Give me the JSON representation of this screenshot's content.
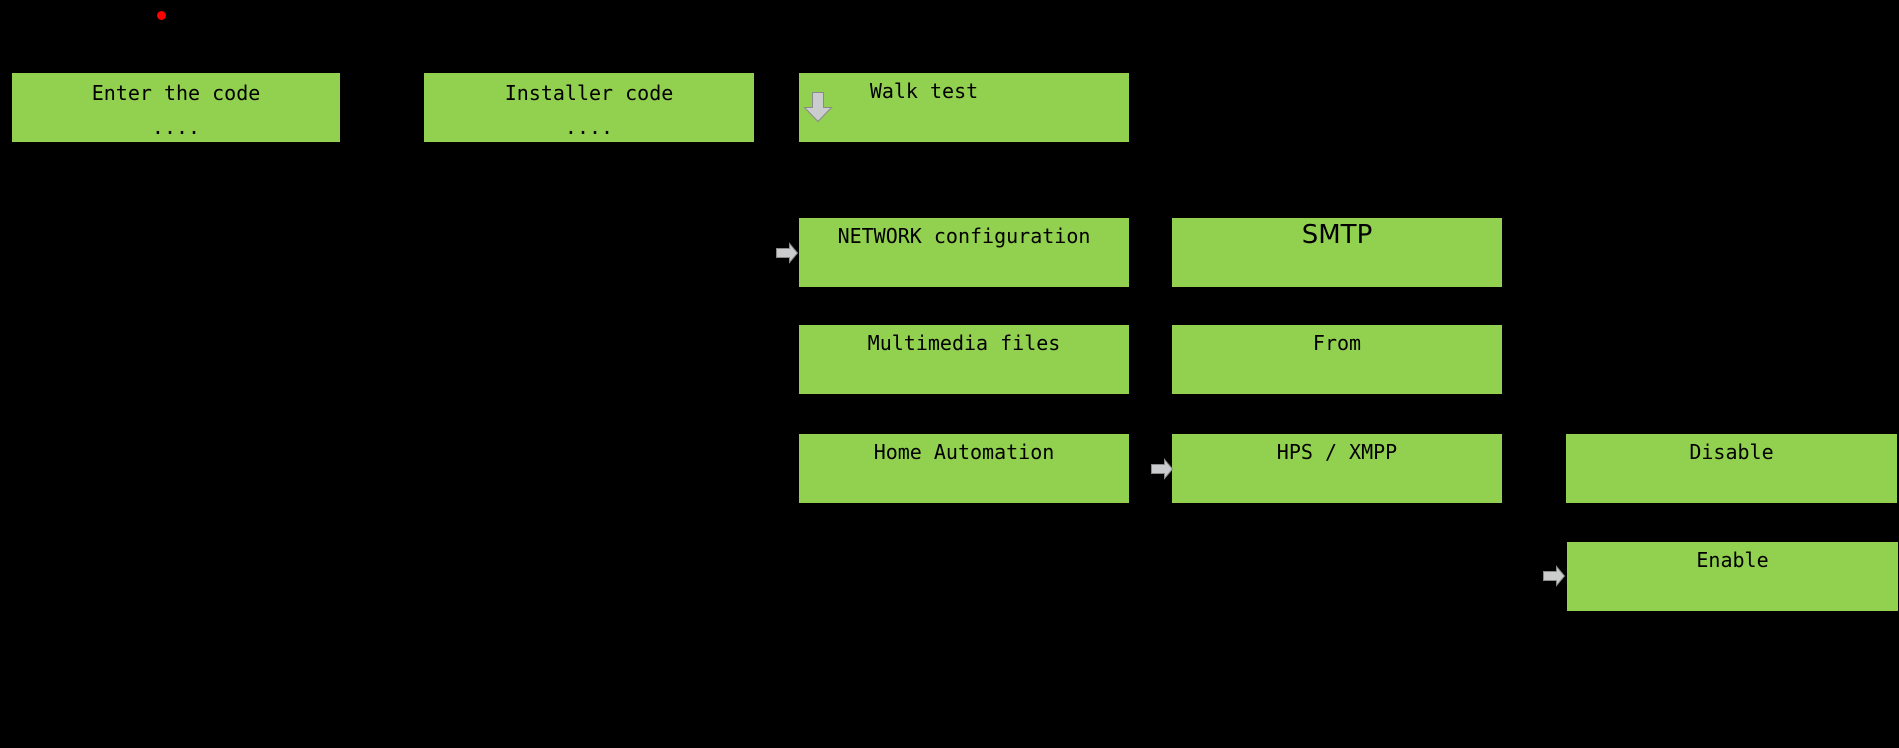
{
  "diagram": {
    "background": "#000000",
    "box_fill": "#92D050",
    "text_color": "#000000",
    "arrow_fill": "#CBCCCD",
    "arrow_stroke": "#8A8A8A",
    "red_dot_color": "#FF0000",
    "boxes": {
      "enter_code": {
        "label": "Enter the code",
        "value": "...."
      },
      "installer_code": {
        "label": "Installer code",
        "value": "...."
      },
      "walk_test": {
        "label": "Walk test"
      },
      "network_config": {
        "label": "NETWORK configuration"
      },
      "multimedia": {
        "label": "Multimedia files"
      },
      "home_automation": {
        "label": "Home Automation"
      },
      "smtp": {
        "label": "SMTP"
      },
      "from": {
        "label": "From"
      },
      "hps_xmpp": {
        "label": "HPS / XMPP"
      },
      "disable": {
        "label": "Disable"
      },
      "enable": {
        "label": "Enable"
      }
    }
  }
}
